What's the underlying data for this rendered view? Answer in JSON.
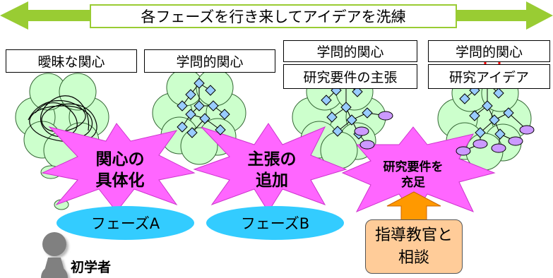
{
  "banner": {
    "text": "各フェーズを行き来してアイデアを洗練"
  },
  "clouds": [
    {
      "labels": [
        "曖昧な関心"
      ]
    },
    {
      "labels": [
        "学問的関心"
      ]
    },
    {
      "labels": [
        "学問的関心",
        "研究要件の主張"
      ]
    },
    {
      "labels": [
        "学問的関心",
        "研究アイデア"
      ]
    }
  ],
  "stars": [
    {
      "lines": [
        "関心の",
        "具体化"
      ]
    },
    {
      "lines": [
        "主張の",
        "追加"
      ]
    },
    {
      "lines": [
        "研究要件を",
        "充足"
      ]
    }
  ],
  "phases": [
    "フェーズA",
    "フェーズB"
  ],
  "advisor": {
    "lines": [
      "指導教官と",
      "相談"
    ]
  },
  "person": {
    "label": "初学者"
  },
  "colors": {
    "arrow": "#99cc33",
    "cloud": "#ccffcc",
    "star": "#ff66ff",
    "phase_oval": "#33ccff",
    "diamond": "#99ccff",
    "ellipse_node": "#cc99ff",
    "advisor_box": "#ffcc99",
    "up_arrow": "#ff9900",
    "person": "#808080"
  }
}
